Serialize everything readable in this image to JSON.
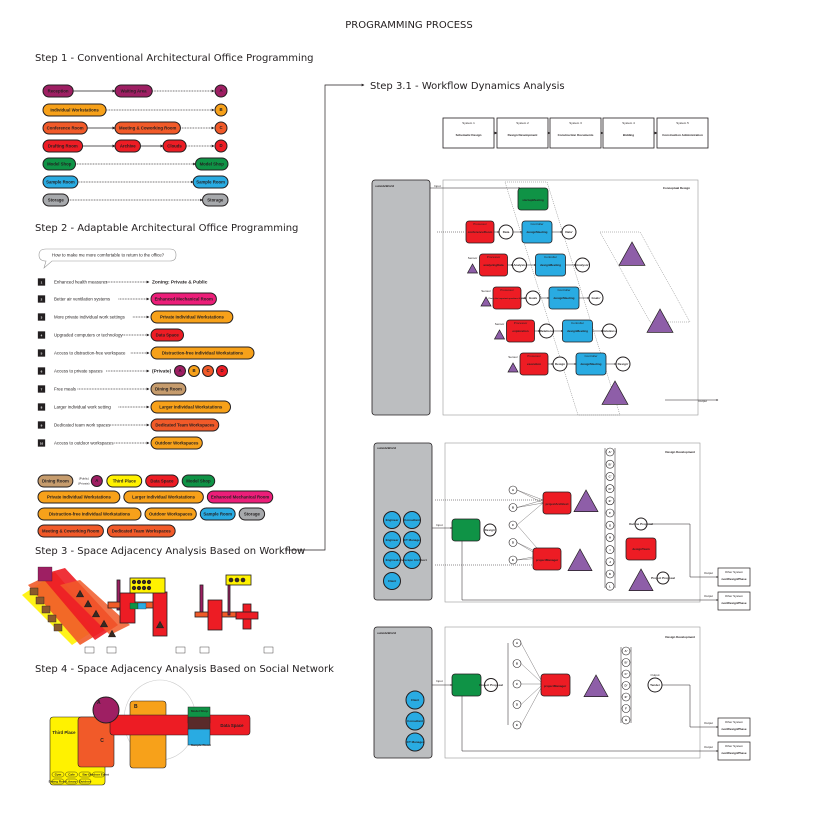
{
  "title": "PROGRAMMING PROCESS",
  "colors": {
    "purple": "#9e1f63",
    "orange": "#f7a11a",
    "orangered": "#f15a29",
    "red": "#ed1c24",
    "green": "#0f9346",
    "blue": "#29abe2",
    "gray": "#a7a9ac",
    "tan": "#c69c6d",
    "pink": "#ec1e79",
    "yellow": "#fff200",
    "violet": "#8e5ea8",
    "line": "#231f20"
  },
  "step1": {
    "heading": "Step 1 - Conventional Architectural Office Programming",
    "rows": [
      {
        "items": [
          {
            "label": "Reception",
            "color": "purple"
          },
          {
            "label": "Waiting Area",
            "color": "purple"
          }
        ],
        "end": {
          "label": "A",
          "color": "purple",
          "shape": "circle"
        }
      },
      {
        "items": [
          {
            "label": "Individual Workstations",
            "color": "orange"
          }
        ],
        "end": {
          "label": "B",
          "color": "orange",
          "shape": "circle"
        }
      },
      {
        "items": [
          {
            "label": "Conference Room",
            "color": "orangered"
          },
          {
            "label": "Meeting & Coworking Room",
            "color": "orangered"
          }
        ],
        "end": {
          "label": "C",
          "color": "orangered",
          "shape": "circle"
        }
      },
      {
        "items": [
          {
            "label": "Drafting Room",
            "color": "red"
          },
          {
            "label": "Archive",
            "color": "red"
          },
          {
            "label": "Clouds",
            "color": "red"
          }
        ],
        "end": {
          "label": "D",
          "color": "red",
          "shape": "circle"
        }
      },
      {
        "items": [
          {
            "label": "Model Shop",
            "color": "green"
          }
        ],
        "end": {
          "label": "Model Shop",
          "color": "green",
          "shape": "pill"
        }
      },
      {
        "items": [
          {
            "label": "Sample Room",
            "color": "blue"
          }
        ],
        "end": {
          "label": "Sample Room",
          "color": "blue",
          "shape": "pill"
        }
      },
      {
        "items": [
          {
            "label": "Storage",
            "color": "gray"
          }
        ],
        "end": {
          "label": "Storage",
          "color": "gray",
          "shape": "pill"
        }
      }
    ]
  },
  "step2": {
    "heading": "Step 2 - Adaptable Architectural Office Programming",
    "question": "How to make me more comfortable to return to the office?",
    "items": [
      {
        "num": "1",
        "text": "Enhanced health measures",
        "result": "Zoning: Private & Public",
        "color": ""
      },
      {
        "num": "2",
        "text": "Better air ventilation systems",
        "result": "Enhanced Mechanical Room",
        "color": "pink"
      },
      {
        "num": "3",
        "text": "More private individual work settings",
        "result": "Private Individual Workstations",
        "color": "orange"
      },
      {
        "num": "4",
        "text": "Upgraded computers or technology",
        "result": "Data Space",
        "color": "red"
      },
      {
        "num": "5",
        "text": "Access to distraction-free workspace",
        "result": "Distraction-free Individual Workstations",
        "color": "orange"
      },
      {
        "num": "6",
        "text": "Access to private spaces",
        "result": "(Private)",
        "color": "",
        "circles": [
          {
            "label": "A",
            "color": "purple"
          },
          {
            "label": "B",
            "color": "orange"
          },
          {
            "label": "C",
            "color": "orangered"
          },
          {
            "label": "D",
            "color": "red"
          }
        ]
      },
      {
        "num": "7",
        "text": "Free meals",
        "result": "Dining Room",
        "color": "tan"
      },
      {
        "num": "8",
        "text": "Larger individual work setting",
        "result": "Larger Individual Workstations",
        "color": "orange"
      },
      {
        "num": "9",
        "text": "Dedicated team work spaces",
        "result": "Dedicated Team Workspaces",
        "color": "orangered"
      },
      {
        "num": "10",
        "text": "Access to outdoor workspaces",
        "result": "Outdoor Workspaces",
        "color": "orange"
      }
    ],
    "public_label": "(Public)",
    "private_label": "(Private)",
    "chips": [
      [
        {
          "label": "Dining Room",
          "color": "tan"
        },
        {
          "label": "A",
          "color": "purple",
          "shape": "circle"
        },
        {
          "label": "Third Place",
          "color": "yellow"
        },
        {
          "label": "Data Space",
          "color": "red"
        },
        {
          "label": "Model Shop",
          "color": "green"
        }
      ],
      [
        {
          "label": "Private Individual Workstations",
          "color": "orange"
        },
        {
          "label": "Larger Individual Workstations",
          "color": "orange"
        },
        {
          "label": "Enhanced Mechanical Room",
          "color": "pink"
        }
      ],
      [
        {
          "label": "Distraction-free Individual Workstations",
          "color": "orange"
        },
        {
          "label": "Outdoor Workspaces",
          "color": "orange"
        },
        {
          "label": "Sample Room",
          "color": "blue"
        },
        {
          "label": "Storage",
          "color": "gray"
        }
      ],
      [
        {
          "label": "Meeting & Coworking Room",
          "color": "orangered"
        },
        {
          "label": "Dedicated Team Workspaces",
          "color": "orangered"
        }
      ]
    ]
  },
  "step3": {
    "heading": "Step 3 - Space Adjacency Analysis Based on Workflow"
  },
  "step4": {
    "heading": "Step 4 - Space Adjacency Analysis Based on Social Network",
    "labels": {
      "a": "A",
      "b": "B",
      "c": "C",
      "third_place": "Third Place",
      "data_space": "Data Space",
      "model_shop": "Model Shop",
      "sample_room": "Sample Room"
    },
    "third_place_items": [
      "Gym",
      "Cafe",
      "Bar",
      "Outdoor Event",
      "Dining Room",
      "Library",
      "Outdoor"
    ]
  },
  "step31": {
    "heading": "Step 3.1 - Workflow Dynamics Analysis",
    "systems": [
      {
        "num": "System 1",
        "name": "Schematic Design"
      },
      {
        "num": "System 2",
        "name": "Design Development"
      },
      {
        "num": "System 3",
        "name": "Construction Documents"
      },
      {
        "num": "System 4",
        "name": "Bidding"
      },
      {
        "num": "System 5",
        "name": "Construction Administration"
      }
    ],
    "panel1": {
      "outside": "outsideWorld",
      "title": "Conceptual Design",
      "input": "Input",
      "output": "Output",
      "designer": "startupMeeting",
      "processor_label": "Processor",
      "controller_label": "Controller",
      "sensor_label": "Sensor",
      "controller_name": "designMeeting",
      "rows": [
        {
          "processor": "conferenceRoom",
          "in": "Data",
          "out": "Data'"
        },
        {
          "processor": "analyzingData",
          "in": "Analysis",
          "out": "Analysis'"
        },
        {
          "processor": "Clarify the important questions & goals",
          "in": "Goals",
          "out": "Goals'"
        },
        {
          "processor": "exploration",
          "in": "Relations",
          "out": "Relations'"
        },
        {
          "processor": "execution",
          "in": "Design",
          "out": "Design'"
        }
      ]
    },
    "panel2": {
      "outside": "outsideWorld",
      "title": "Design Development",
      "input": "Input",
      "output": "Output",
      "actors": [
        "Engineer",
        "Consultant",
        "Engineer",
        "ICT Manager",
        "Engineer",
        "Landscape Architect",
        "Client"
      ],
      "design_in": "Design'",
      "letters": [
        "A",
        "B",
        "C",
        "D",
        "E"
      ],
      "column": [
        "A'",
        "B'",
        "C'",
        "D'",
        "E'",
        "F",
        "G",
        "H",
        "I",
        "J",
        "K",
        "L"
      ],
      "processors": [
        "projectArchitect",
        "projectManager"
      ],
      "team": "designTeam",
      "outline": "Outline Proposal",
      "proposal": "Project Proposal",
      "other_system": "Other System",
      "next_phase": "nextDesignPhase"
    },
    "panel3": {
      "outside": "outsideWorld",
      "title": "Design Development",
      "input": "Input",
      "output": "Output",
      "actors": [
        "Client",
        "Consultant",
        "ICT Manager"
      ],
      "proposal_in": "Project Proposal",
      "letters": [
        "A",
        "B",
        "C",
        "D",
        "E"
      ],
      "column": [
        "A'",
        "B'",
        "C'",
        "D'",
        "E'",
        "F",
        "G"
      ],
      "processor": "projectManager",
      "tender": "Tender",
      "other_system": "Other System",
      "next_phase": "nextDesignPhase"
    }
  }
}
